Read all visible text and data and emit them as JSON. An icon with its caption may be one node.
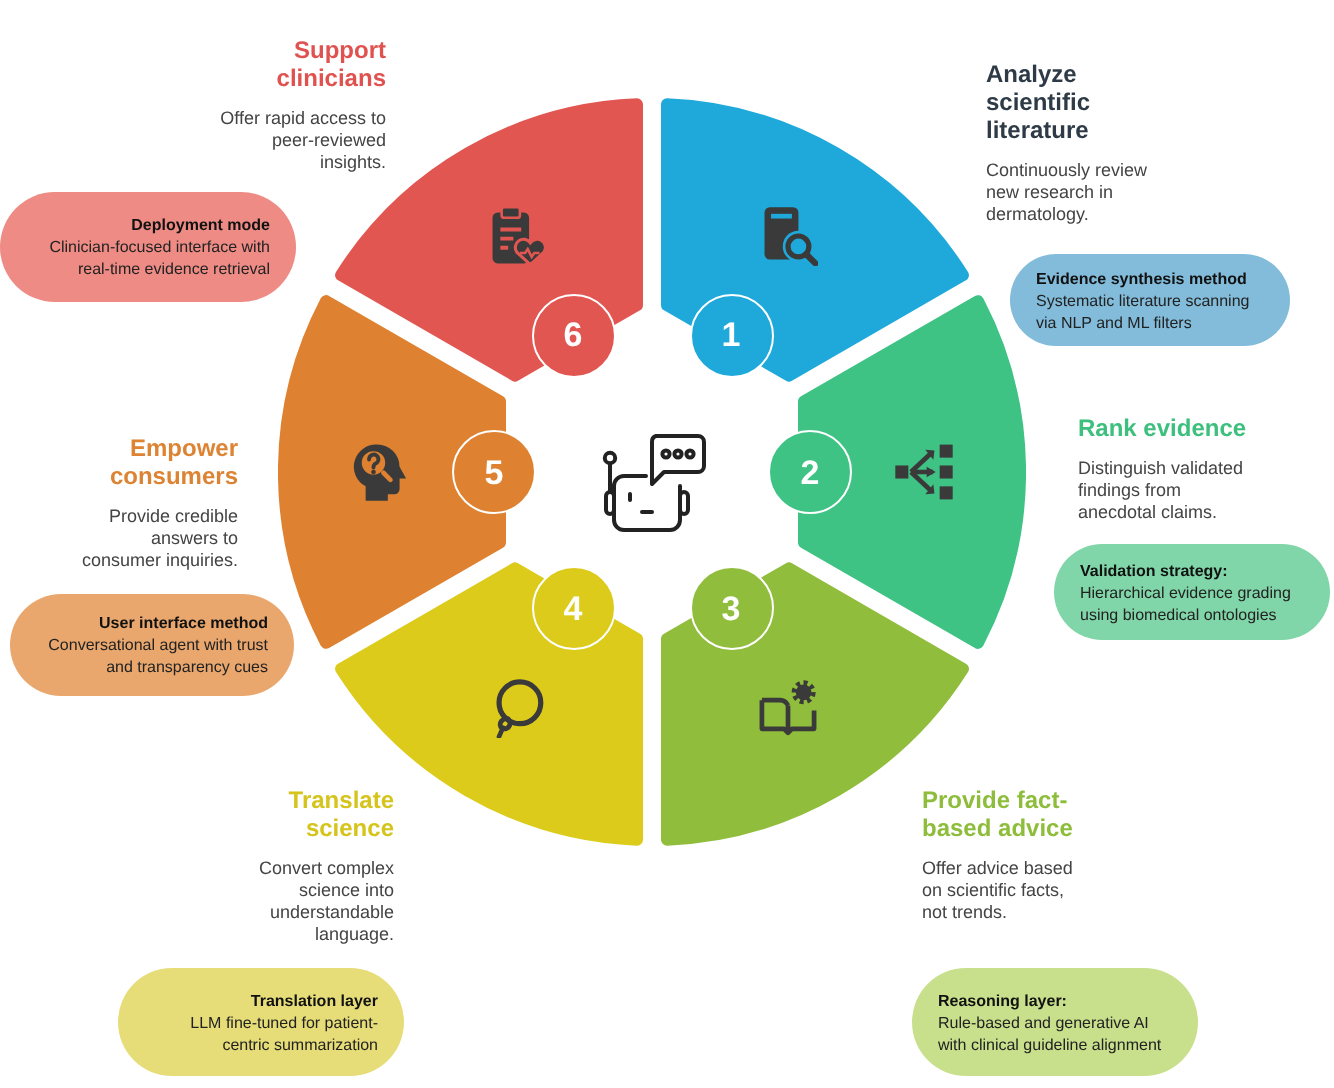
{
  "diagram": {
    "nodes": [
      {
        "text": [
          "1"
        ],
        "beside": [
          "Analyze scientific literature",
          "Continuously review new research in dermatology."
        ]
      },
      {
        "text": [
          "Evidence synthesis method",
          "Systematic literature scanning via NLP and ML filters"
        ]
      },
      {
        "text": [
          "2"
        ],
        "beside": [
          "Rank evidence",
          "Distinguish validated findings from anecdotal claims."
        ]
      },
      {
        "text": [
          "Validation strategy:",
          "Hierarchical evidence grading using biomedical ontologies"
        ]
      },
      {
        "text": [
          "3"
        ],
        "beside": [
          "Provide fact-based advice",
          "Offer advice based on scientific facts, not trends."
        ]
      },
      {
        "text": [
          "Reasoning layer:",
          "Rule-based and generative AI with clinical guideline alignment"
        ]
      },
      {
        "text": [
          "4"
        ],
        "beside": [
          "Translate science",
          "Convert complex science into understandable language."
        ]
      },
      {
        "text": [
          "Translation layer",
          "LLM fine-tuned for patient-centric summarization"
        ]
      },
      {
        "text": [
          "5"
        ],
        "beside": [
          "Empower consumers",
          "Provide credible answers to consumer inquiries."
        ]
      },
      {
        "text": [
          "User interface method",
          "Conversational agent with trust and transparency cues"
        ]
      },
      {
        "text": [
          "6"
        ],
        "beside": [
          "Support clinicians",
          "Offer rapid access to peer-reviewed insights."
        ]
      },
      {
        "text": [
          "Deployment mode",
          "Clinician-focused interface with real-time evidence retrieval"
        ]
      }
    ]
  }
}
